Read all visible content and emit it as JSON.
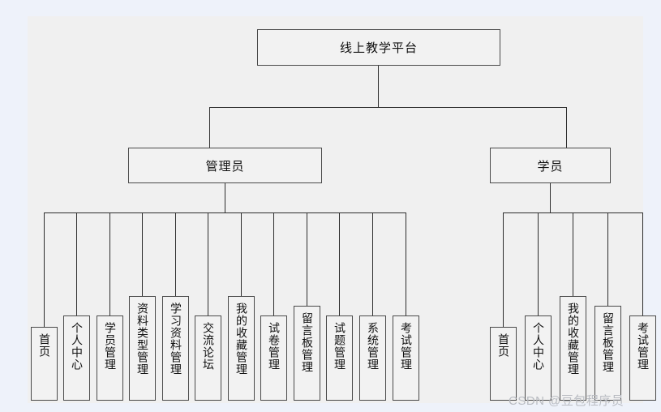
{
  "diagram": {
    "type": "tree",
    "root": {
      "label": "线上教学平台"
    },
    "branches": [
      {
        "label": "管理员"
      },
      {
        "label": "学员"
      }
    ],
    "admin_leaves": [
      {
        "label": "首页"
      },
      {
        "label": "个人中心"
      },
      {
        "label": "学员管理"
      },
      {
        "label": "资料类型管理"
      },
      {
        "label": "学习资料管理"
      },
      {
        "label": "交流论坛"
      },
      {
        "label": "我的收藏管理"
      },
      {
        "label": "试卷管理"
      },
      {
        "label": "留言板管理"
      },
      {
        "label": "试题管理"
      },
      {
        "label": "系统管理"
      },
      {
        "label": "考试管理"
      }
    ],
    "student_leaves": [
      {
        "label": "首页"
      },
      {
        "label": "个人中心"
      },
      {
        "label": "我的收藏管理"
      },
      {
        "label": "留言板管理"
      },
      {
        "label": "考试管理"
      }
    ],
    "colors": {
      "page_background": "#eef2fa",
      "canvas_background": "#f0f0f0",
      "node_fill": "#f2f2f2",
      "node_border": "#4a4a4a",
      "edge": "#2e2e2e",
      "text": "#111111",
      "watermark": "#b9bcc2"
    }
  },
  "watermark": {
    "text": "CSDN @豆包程序员"
  }
}
